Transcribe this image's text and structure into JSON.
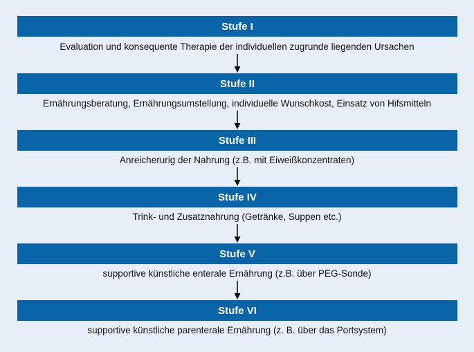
{
  "colors": {
    "background": "#e8eef7",
    "bar": "#0a64a8",
    "bar_text": "#ffffff",
    "text": "#111111",
    "arrow": "#111111"
  },
  "stages": [
    {
      "title": "Stufe I",
      "description": "Evaluation und konsequente Therapie der individuellen zugrunde liegenden Ursachen"
    },
    {
      "title": "Stufe II",
      "description": "Ernährungsberatung, Ernährungsumstellung, individuelle Wunschkost, Einsatz von Hifsmitteln"
    },
    {
      "title": "Stufe III",
      "description": "Anreicherurig der Nahrung (z.B. mit Eiweißkonzentraten)"
    },
    {
      "title": "Stufe IV",
      "description": "Trink- und Zusatznahrung (Getränke, Suppen etc.)"
    },
    {
      "title": "Stufe V",
      "description": "supportive künstliche enterale Ernährung (z.B. über PEG-Sonde)"
    },
    {
      "title": "Stufe VI",
      "description": "supportive künstliche parenterale Ernährung (z. B. über das Portsystem)"
    }
  ]
}
